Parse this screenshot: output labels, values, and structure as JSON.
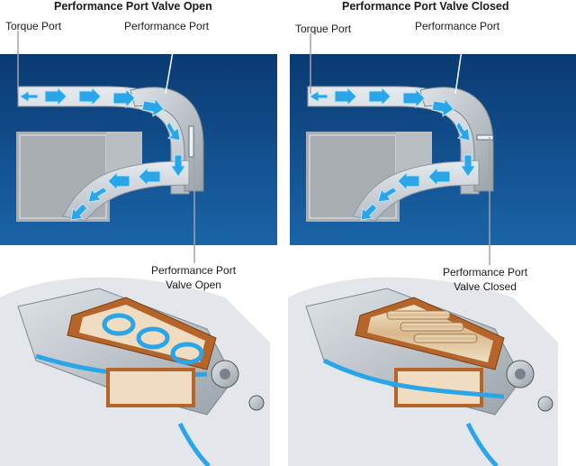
{
  "left": {
    "title": "Performance Port Valve Open",
    "torque_label": "Torque Port",
    "performance_label": "Performance Port",
    "valve_label_line1": "Performance Port",
    "valve_label_line2": "Valve Open"
  },
  "right": {
    "title": "Performance Port Valve Closed",
    "torque_label": "Torque Port",
    "performance_label": "Performance Port",
    "valve_label_line1": "Performance Port",
    "valve_label_line2": "Valve Closed"
  },
  "colors": {
    "blue_panel_top": "#0a3a72",
    "blue_panel_bottom": "#1a64a8",
    "airflow": "#2aa6e8",
    "gasket": "#b5652a",
    "metal": "#c9ced4"
  }
}
